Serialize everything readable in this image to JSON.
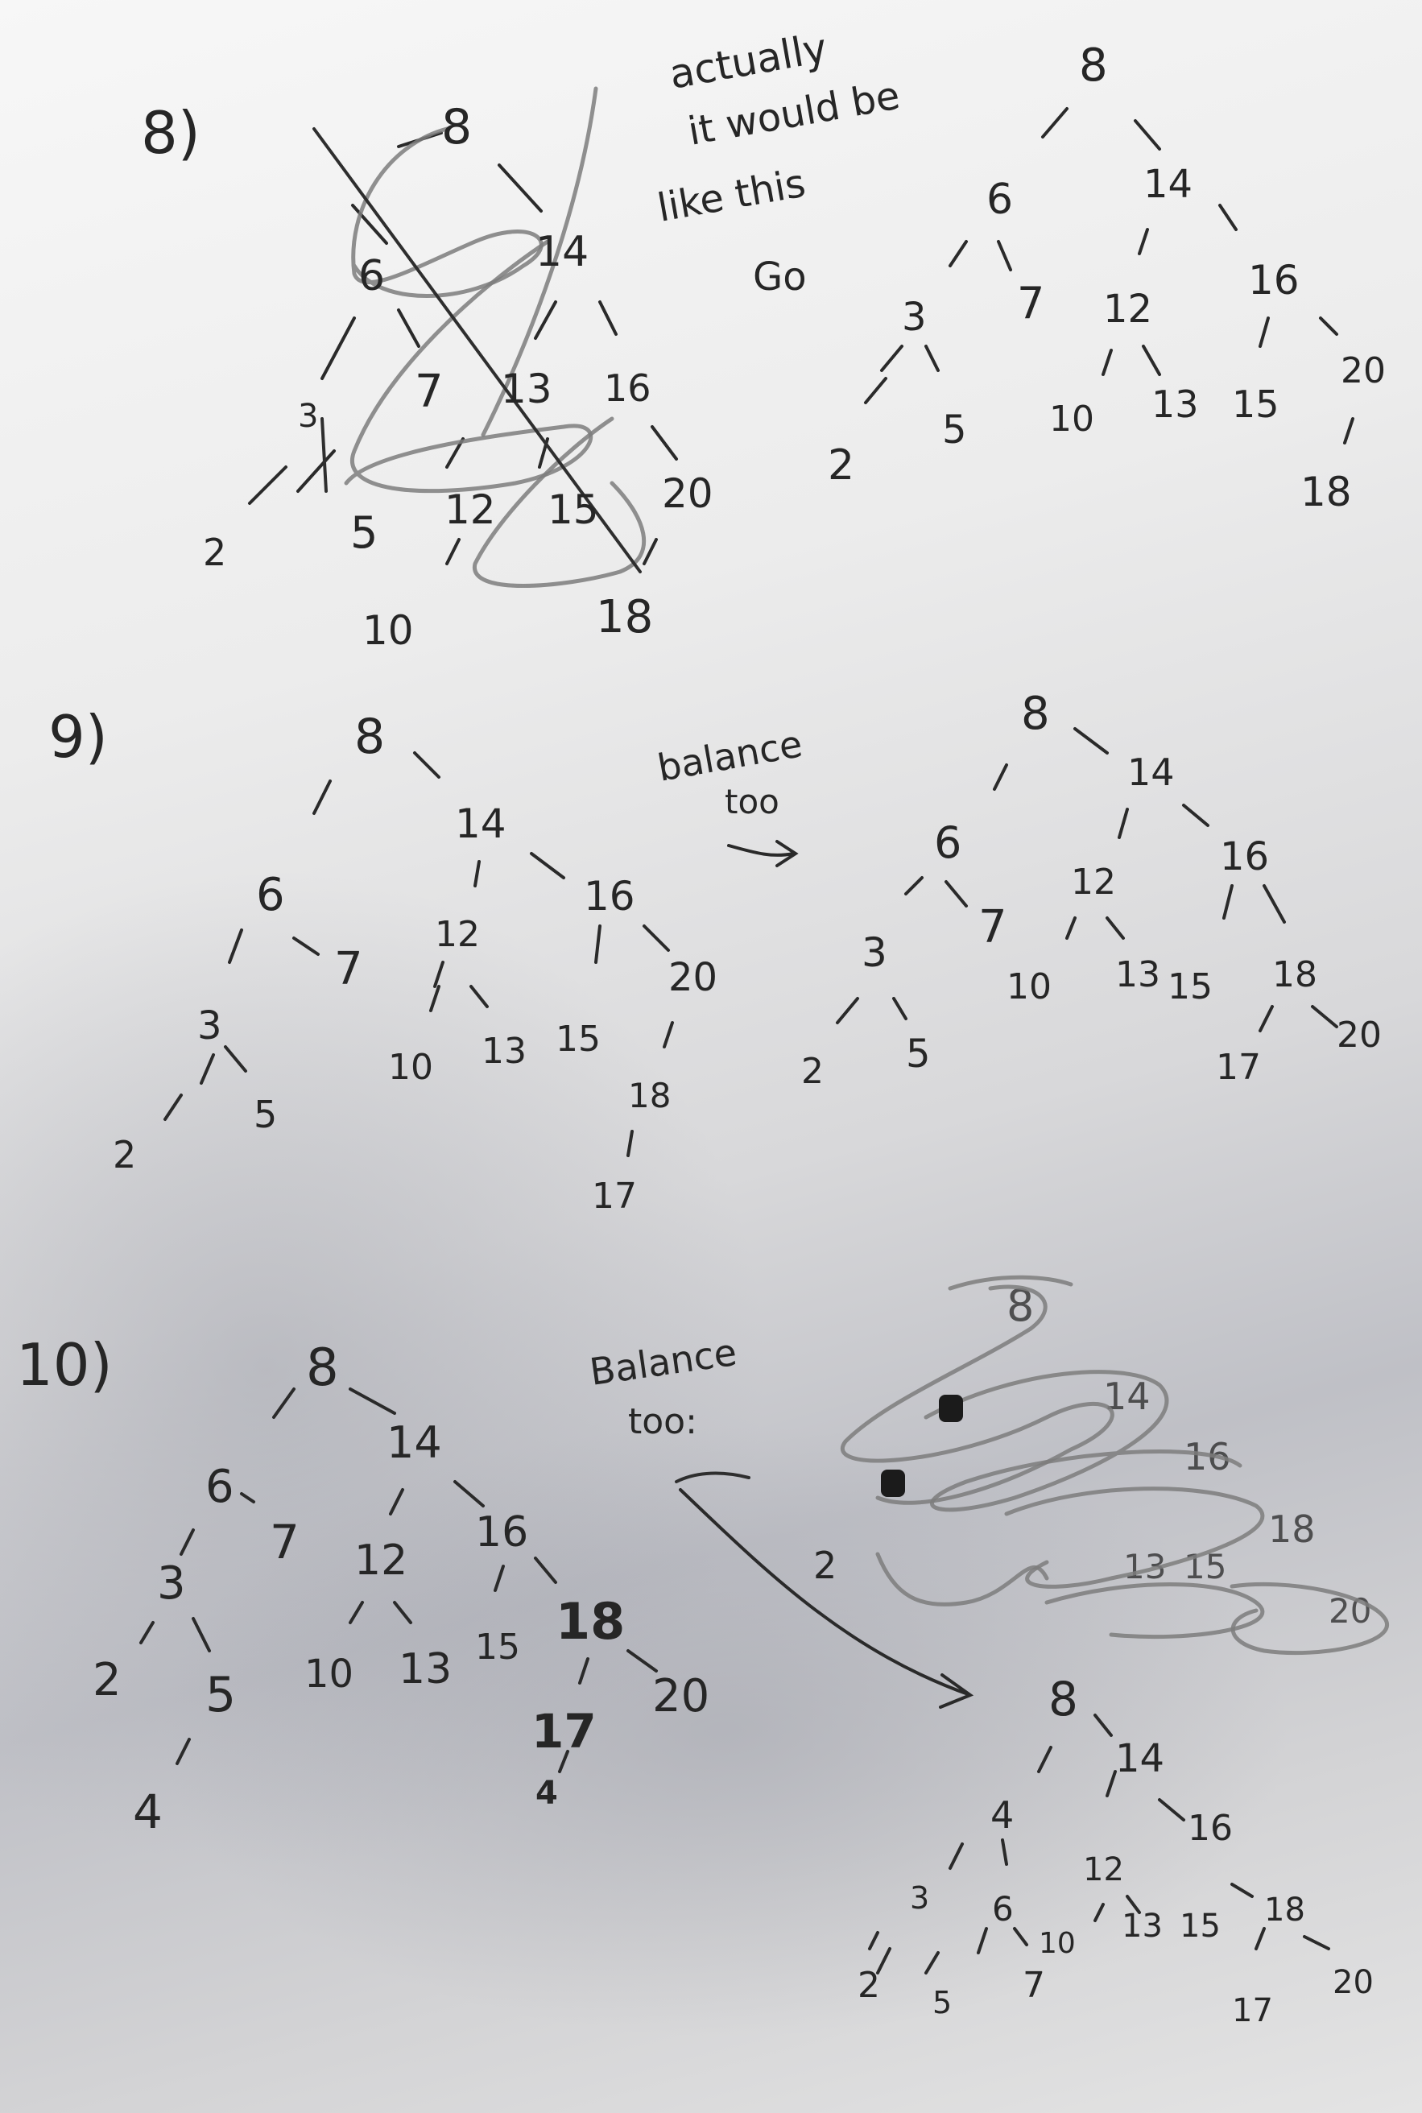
{
  "problems": [
    {
      "label": "8)",
      "note": [
        "actually",
        "it would be",
        "like this",
        "Go"
      ],
      "first_tree": [
        {
          "id": "n8",
          "text": "8"
        },
        {
          "id": "n6",
          "text": "6"
        },
        {
          "id": "n14",
          "text": "14"
        },
        {
          "id": "n3",
          "text": "3"
        },
        {
          "id": "n7",
          "text": "7"
        },
        {
          "id": "n13",
          "text": "13"
        },
        {
          "id": "n16",
          "text": "16"
        },
        {
          "id": "n2",
          "text": "2"
        },
        {
          "id": "n5",
          "text": "5"
        },
        {
          "id": "n12",
          "text": "12"
        },
        {
          "id": "n15",
          "text": "15"
        },
        {
          "id": "n20",
          "text": "20"
        },
        {
          "id": "n10",
          "text": "10"
        },
        {
          "id": "n18",
          "text": "18"
        }
      ],
      "second_tree": [
        {
          "id": "n8",
          "text": "8"
        },
        {
          "id": "n6",
          "text": "6"
        },
        {
          "id": "n14",
          "text": "14"
        },
        {
          "id": "n3",
          "text": "3"
        },
        {
          "id": "n7",
          "text": "7"
        },
        {
          "id": "n12",
          "text": "12"
        },
        {
          "id": "n16",
          "text": "16"
        },
        {
          "id": "n2",
          "text": "2"
        },
        {
          "id": "n5",
          "text": "5"
        },
        {
          "id": "n10",
          "text": "10"
        },
        {
          "id": "n13",
          "text": "13"
        },
        {
          "id": "n15",
          "text": "15"
        },
        {
          "id": "n20",
          "text": "20"
        },
        {
          "id": "n18",
          "text": "18"
        }
      ]
    },
    {
      "label": "9)",
      "note": [
        "balance",
        "too"
      ],
      "first_tree": [
        {
          "id": "n8",
          "text": "8"
        },
        {
          "id": "n14",
          "text": "14"
        },
        {
          "id": "n6",
          "text": "6"
        },
        {
          "id": "n16",
          "text": "16"
        },
        {
          "id": "n12",
          "text": "12"
        },
        {
          "id": "n7",
          "text": "7"
        },
        {
          "id": "n3",
          "text": "3"
        },
        {
          "id": "n20",
          "text": "20"
        },
        {
          "id": "n10",
          "text": "10"
        },
        {
          "id": "n13",
          "text": "13"
        },
        {
          "id": "n15",
          "text": "15"
        },
        {
          "id": "n5",
          "text": "5"
        },
        {
          "id": "n18",
          "text": "18"
        },
        {
          "id": "n2",
          "text": "2"
        },
        {
          "id": "n17",
          "text": "17"
        }
      ],
      "second_tree": [
        {
          "id": "n8",
          "text": "8"
        },
        {
          "id": "n14",
          "text": "14"
        },
        {
          "id": "n6",
          "text": "6"
        },
        {
          "id": "n16",
          "text": "16"
        },
        {
          "id": "n12",
          "text": "12"
        },
        {
          "id": "n7",
          "text": "7"
        },
        {
          "id": "n3",
          "text": "3"
        },
        {
          "id": "n10",
          "text": "10"
        },
        {
          "id": "n13",
          "text": "13"
        },
        {
          "id": "n15",
          "text": "15"
        },
        {
          "id": "n18",
          "text": "18"
        },
        {
          "id": "n2",
          "text": "2"
        },
        {
          "id": "n5",
          "text": "5"
        },
        {
          "id": "n17",
          "text": "17"
        },
        {
          "id": "n20",
          "text": "20"
        }
      ]
    },
    {
      "label": "10)",
      "note": [
        "Balance",
        "too:"
      ],
      "first_tree": [
        {
          "id": "n8",
          "text": "8"
        },
        {
          "id": "n14",
          "text": "14"
        },
        {
          "id": "n6",
          "text": "6"
        },
        {
          "id": "n7",
          "text": "7"
        },
        {
          "id": "n12",
          "text": "12"
        },
        {
          "id": "n16",
          "text": "16"
        },
        {
          "id": "n3",
          "text": "3"
        },
        {
          "id": "n18",
          "text": "18"
        },
        {
          "id": "n2",
          "text": "2"
        },
        {
          "id": "n5",
          "text": "5"
        },
        {
          "id": "n10",
          "text": "10"
        },
        {
          "id": "n13",
          "text": "13"
        },
        {
          "id": "n15",
          "text": "15"
        },
        {
          "id": "n20",
          "text": "20"
        },
        {
          "id": "n17",
          "text": "17"
        },
        {
          "id": "n4",
          "text": "4"
        },
        {
          "id": "n4b",
          "text": "4"
        }
      ],
      "scribbled_tree": [
        {
          "id": "n8",
          "text": "8"
        },
        {
          "id": "n14",
          "text": "14"
        },
        {
          "id": "n16",
          "text": "16"
        },
        {
          "id": "n18",
          "text": "18"
        },
        {
          "id": "n13",
          "text": "13"
        },
        {
          "id": "n15",
          "text": "15"
        },
        {
          "id": "n2",
          "text": "2"
        },
        {
          "id": "n20",
          "text": "20"
        }
      ],
      "second_tree": [
        {
          "id": "n8",
          "text": "8"
        },
        {
          "id": "n14",
          "text": "14"
        },
        {
          "id": "n4",
          "text": "4"
        },
        {
          "id": "n16",
          "text": "16"
        },
        {
          "id": "n12",
          "text": "12"
        },
        {
          "id": "n3",
          "text": "3"
        },
        {
          "id": "n6",
          "text": "6"
        },
        {
          "id": "n13",
          "text": "13"
        },
        {
          "id": "n15",
          "text": "15"
        },
        {
          "id": "n18",
          "text": "18"
        },
        {
          "id": "n10",
          "text": "10"
        },
        {
          "id": "n2",
          "text": "2"
        },
        {
          "id": "n5",
          "text": "5"
        },
        {
          "id": "n7",
          "text": "7"
        },
        {
          "id": "n17",
          "text": "17"
        },
        {
          "id": "n20",
          "text": "20"
        }
      ]
    }
  ],
  "colors": {
    "ink": "#262626",
    "scribble": "#7c7c7c",
    "paper": "#efefef"
  }
}
